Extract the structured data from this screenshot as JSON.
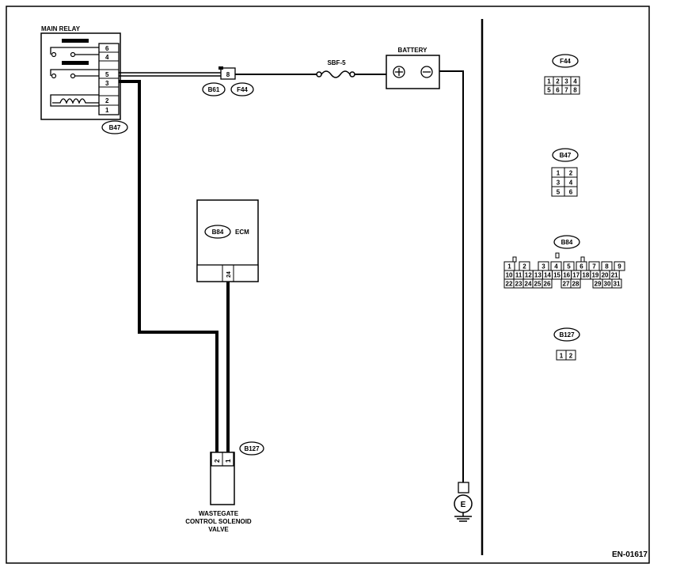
{
  "labels": {
    "main_relay": "MAIN RELAY",
    "battery": "BATTERY",
    "fuse": "SBF-5",
    "ecm": "ECM",
    "solenoid_line1": "WASTEGATE",
    "solenoid_line2": "CONTROL SOLENOID",
    "solenoid_line3": "VALVE",
    "ground": "E",
    "figure_code": "EN-01617"
  },
  "connectors": {
    "b47": "B47",
    "b61": "B61",
    "f44": "F44",
    "b84": "B84",
    "b127": "B127"
  },
  "relay_pins": [
    "6",
    "4",
    "5",
    "3",
    "2",
    "1"
  ],
  "inline_connector_pin": "8",
  "ecm_pin": "24",
  "solenoid_pins": [
    "2",
    "1"
  ],
  "connector_views": {
    "f44": {
      "label": "F44",
      "rows": [
        [
          "1",
          "2",
          "3",
          "4"
        ],
        [
          "5",
          "6",
          "7",
          "8"
        ]
      ]
    },
    "b47": {
      "label": "B47",
      "rows": [
        [
          "1",
          "2"
        ],
        [
          "3",
          "4"
        ],
        [
          "5",
          "6"
        ]
      ]
    },
    "b84": {
      "label": "B84",
      "row1": [
        "1",
        "2",
        "3",
        "4",
        "5",
        "6",
        "7",
        "8",
        "9"
      ],
      "row2": [
        "10",
        "11",
        "12",
        "13",
        "14",
        "15",
        "16",
        "17",
        "18",
        "19",
        "20",
        "21"
      ],
      "row3": [
        "22",
        "23",
        "24",
        "25",
        "26",
        "27",
        "28",
        "29",
        "30",
        "31"
      ]
    },
    "b127": {
      "label": "B127",
      "rows": [
        [
          "1",
          "2"
        ]
      ]
    }
  }
}
